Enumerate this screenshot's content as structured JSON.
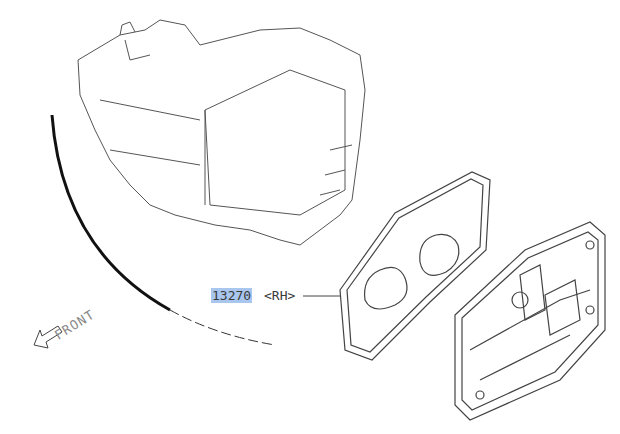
{
  "diagram": {
    "labels": [
      "13270",
      "<RH>",
      "FRONT"
    ]
  }
}
